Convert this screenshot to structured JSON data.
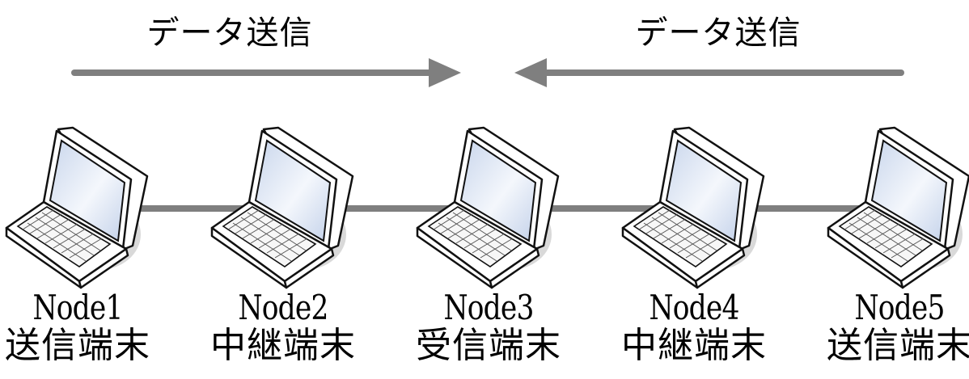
{
  "flows": [
    {
      "label": "データ送信",
      "direction": "right"
    },
    {
      "label": "データ送信",
      "direction": "left"
    }
  ],
  "nodes": [
    {
      "name": "Node1",
      "role": "送信端末"
    },
    {
      "name": "Node2",
      "role": "中継端末"
    },
    {
      "name": "Node3",
      "role": "受信端末"
    },
    {
      "name": "Node4",
      "role": "中継端末"
    },
    {
      "name": "Node5",
      "role": "送信端末"
    }
  ],
  "colors": {
    "link": "#7f7f7f",
    "arrow": "#7f7f7f",
    "screen": "#dfe8f6",
    "laptop_body": "#ffffff",
    "outline": "#111111",
    "shadow": "#d9d9d9"
  },
  "icons": {
    "node": "laptop-icon"
  }
}
